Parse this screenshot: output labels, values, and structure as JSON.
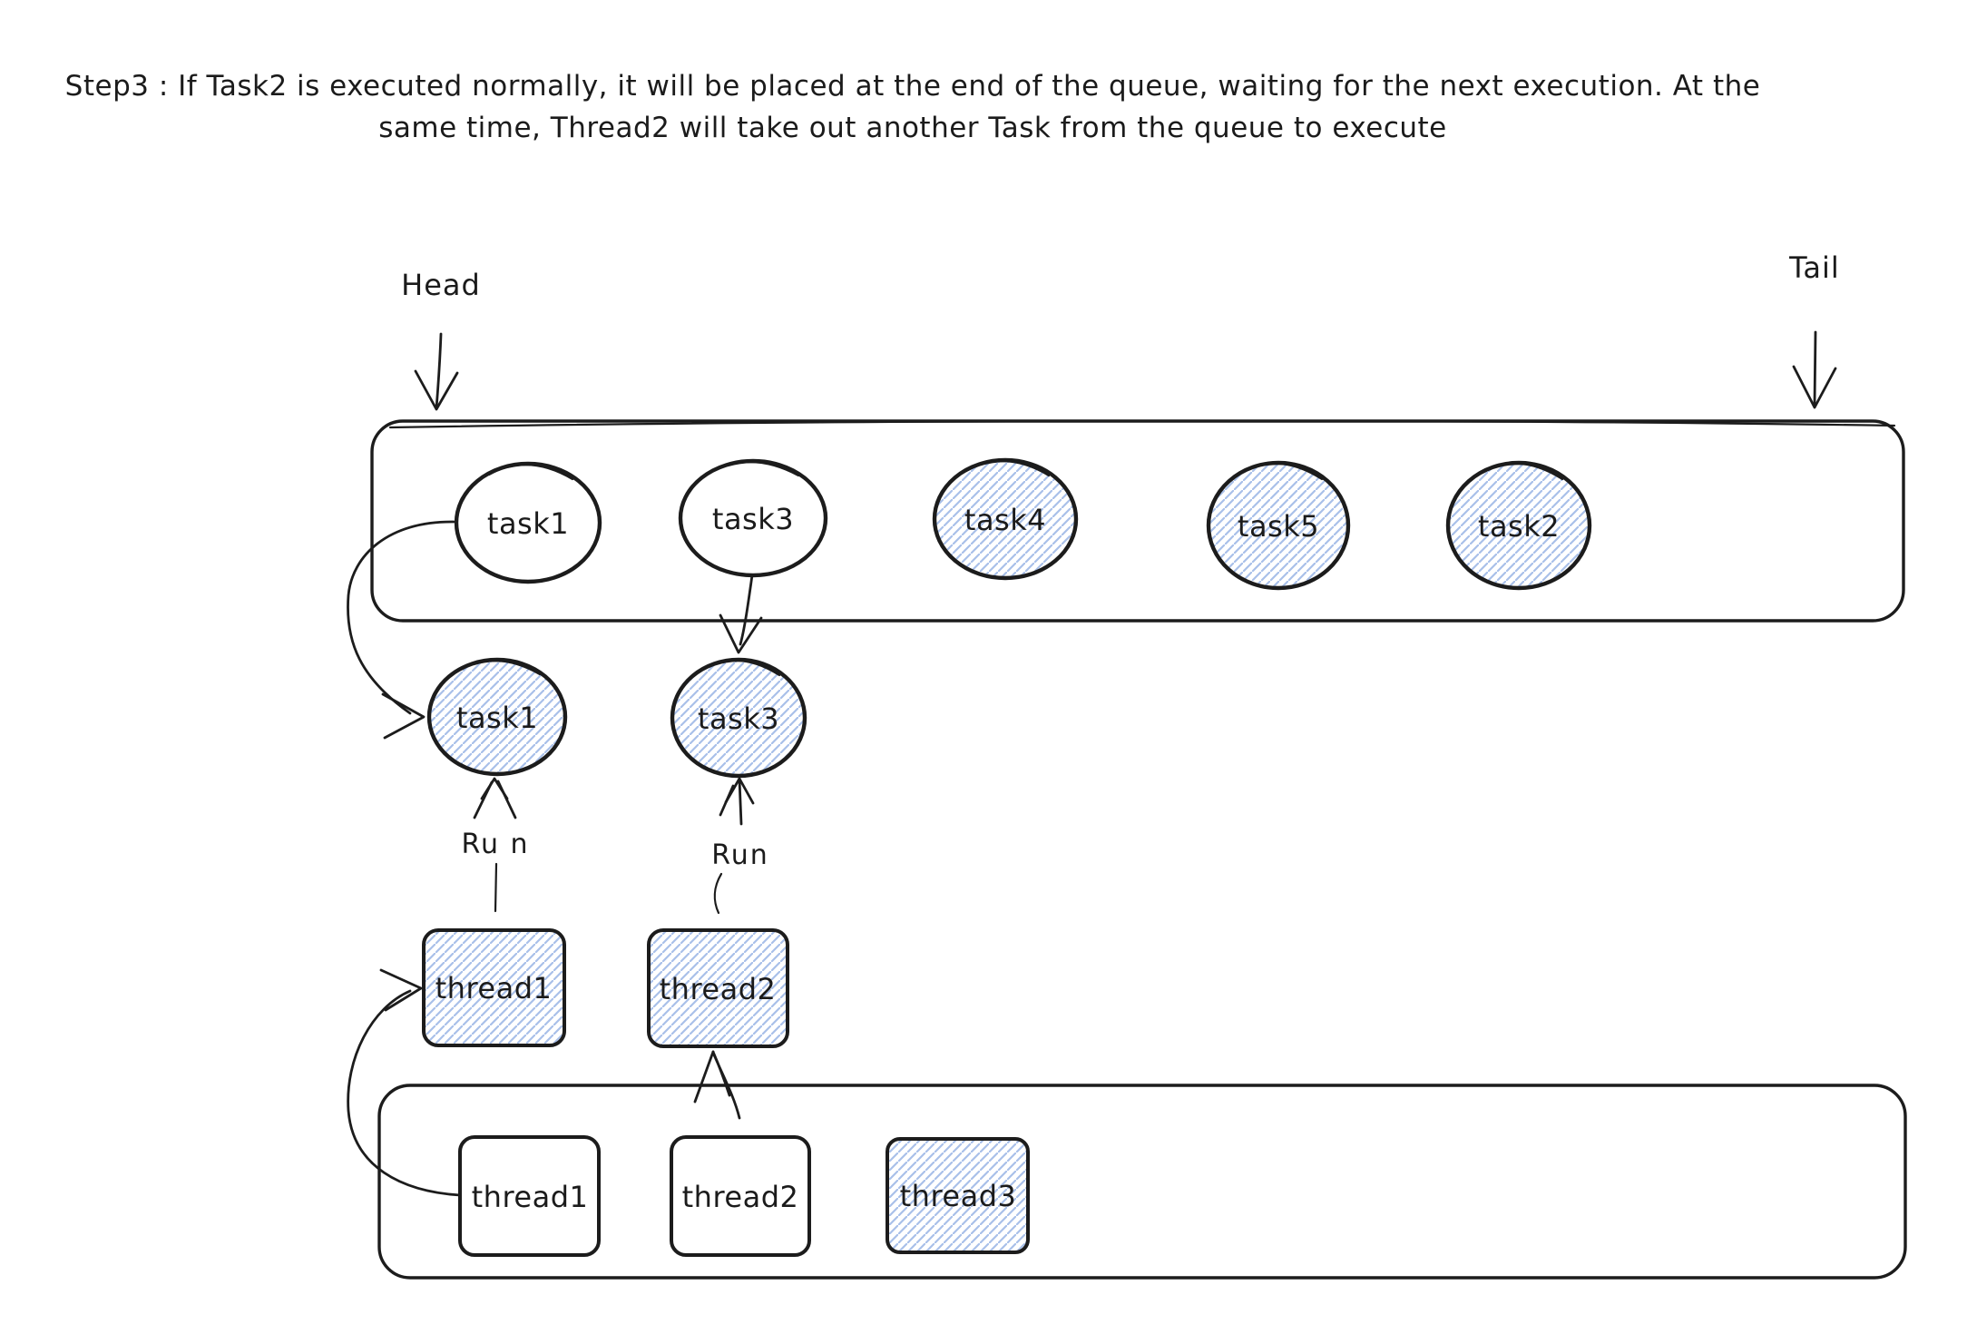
{
  "title": {
    "line1": "Step3 : If Task2 is executed normally, it will be placed at the end of the queue, waiting for the next execution. At the",
    "line2": "same time, Thread2 will take out another Task from the queue to execute"
  },
  "queue": {
    "head_label": "Head",
    "tail_label": "Tail",
    "tasks": [
      {
        "label": "task1",
        "hatched": false
      },
      {
        "label": "task3",
        "hatched": false
      },
      {
        "label": "task4",
        "hatched": true
      },
      {
        "label": "task5",
        "hatched": true
      },
      {
        "label": "task2",
        "hatched": true
      }
    ]
  },
  "executing": {
    "tasks": [
      {
        "label": "task1",
        "run_label": "Ru n"
      },
      {
        "label": "task3",
        "run_label": "Run"
      }
    ]
  },
  "worker_threads": [
    {
      "label": "thread1"
    },
    {
      "label": "thread2"
    }
  ],
  "thread_pool": {
    "threads": [
      {
        "label": "thread1",
        "hatched": false
      },
      {
        "label": "thread2",
        "hatched": false
      },
      {
        "label": "thread3",
        "hatched": true
      }
    ]
  },
  "colors": {
    "stroke": "#1c1c1c",
    "hatch": "#9ab5e5",
    "background": "#ffffff"
  }
}
